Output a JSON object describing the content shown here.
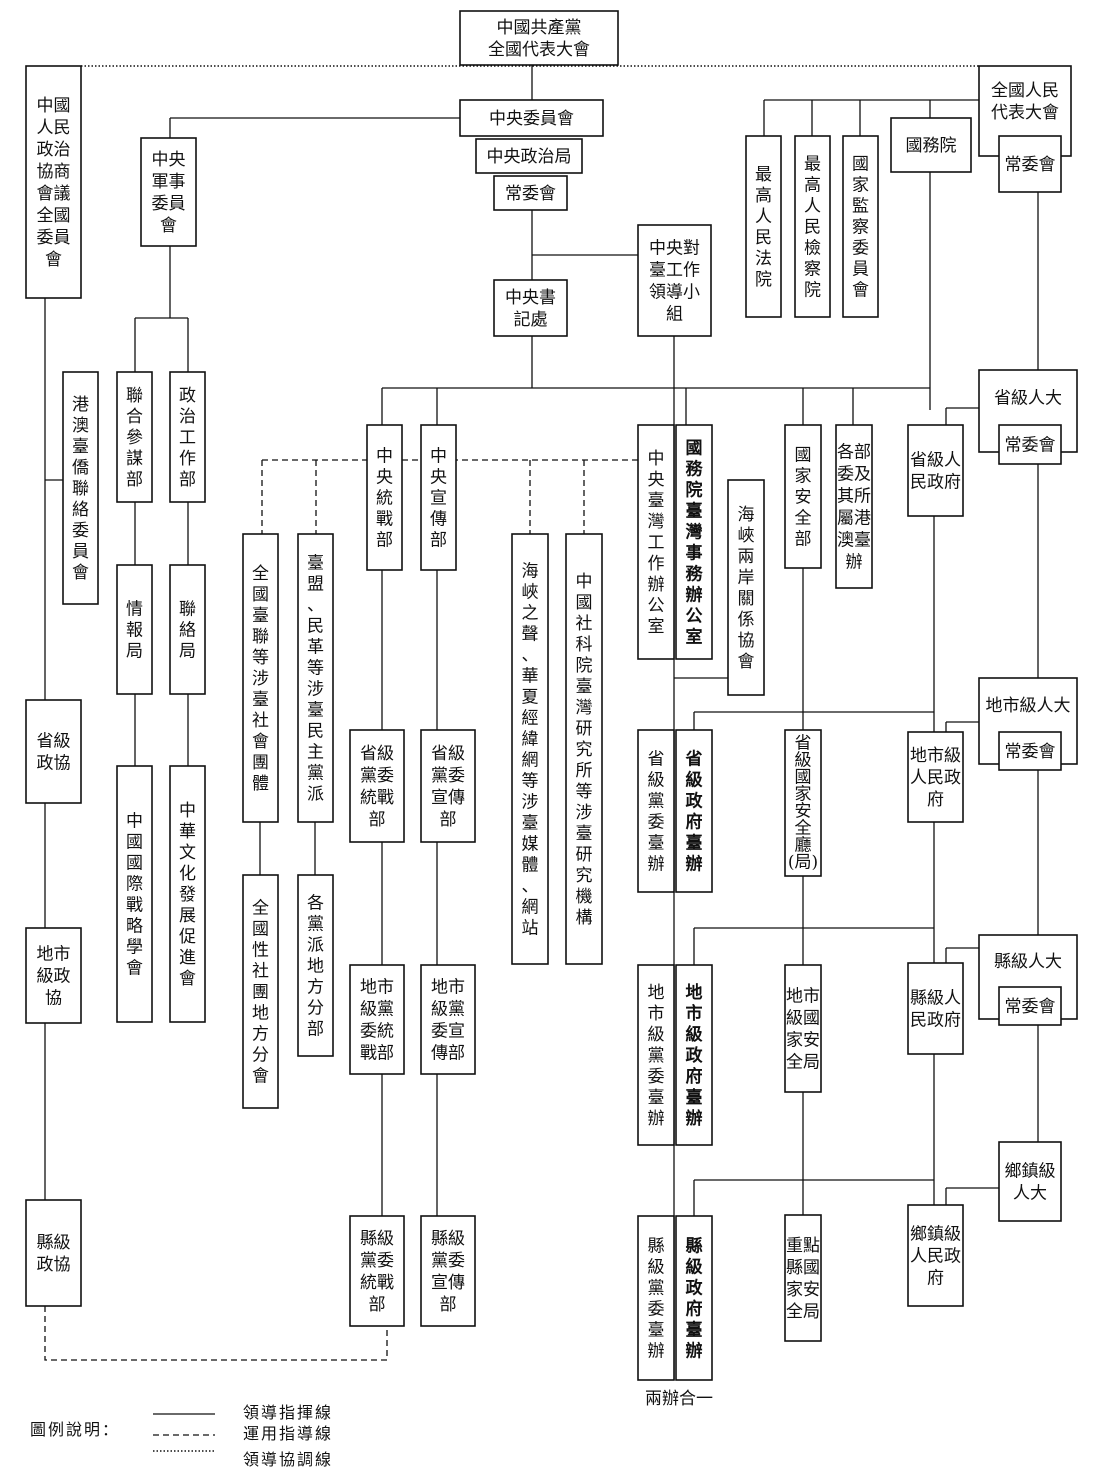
{
  "nodes": {
    "ccp_congress": {
      "label": "中國共產黨全國代表大會",
      "lines": [
        "中國共產黨",
        "全國代表大會"
      ]
    },
    "central_committee": {
      "label": "中央委員會",
      "lines": [
        "中央委員會"
      ]
    },
    "politburo": {
      "label": "中央政治局",
      "lines": [
        "中央政治局"
      ]
    },
    "standing_committee": {
      "label": "常委會",
      "lines": [
        "常委會"
      ]
    },
    "secretariat": {
      "label": "中央書記處",
      "lines": [
        "中央書",
        "記處"
      ]
    },
    "cmc": {
      "label": "中央軍事委員會",
      "lines": [
        "中央",
        "軍事",
        "委員",
        "會"
      ]
    },
    "cppcc": {
      "label": "中國人民政治協商會議全國委員會",
      "lines": [
        "中國",
        "人民",
        "政治",
        "協商",
        "會議",
        "全國",
        "委員",
        "會"
      ]
    },
    "taiwan_leading_group": {
      "label": "中央對臺工作領導小組",
      "lines": [
        "中央對",
        "臺工作",
        "領導小",
        "組"
      ]
    },
    "npc": {
      "label": "全國人民代表大會",
      "lines": [
        "全國人民",
        "代表大會"
      ]
    },
    "npc_standing": {
      "label": "常委會",
      "lines": [
        "常委會"
      ]
    },
    "state_council": {
      "label": "國務院",
      "lines": [
        "國務院"
      ]
    },
    "supreme_court": {
      "label": "最高人民法院",
      "lines": [
        "最高人民法院"
      ]
    },
    "procuratorate": {
      "label": "最高人民檢察院",
      "lines": [
        "最高人民檢察院"
      ]
    },
    "supervision": {
      "label": "國家監察委員會",
      "lines": [
        "國家監察委員會"
      ]
    },
    "hk_macau_tw_committee": {
      "label": "港澳臺僑聯絡委員會",
      "lines": [
        "港澳臺僑聯絡委員會"
      ]
    },
    "joint_staff": {
      "label": "聯合參謀部",
      "lines": [
        "聯合參謀部"
      ]
    },
    "political_work": {
      "label": "政治工作部",
      "lines": [
        "政治工作部"
      ]
    },
    "intelligence": {
      "label": "情報局",
      "lines": [
        "情報局"
      ]
    },
    "liaison": {
      "label": "聯絡局",
      "lines": [
        "聯絡局"
      ]
    },
    "ciiss": {
      "label": "中國國際戰略學會",
      "lines": [
        "中國國際戰略學會"
      ]
    },
    "cultural_dev": {
      "label": "中華文化發展促進會",
      "lines": [
        "中華文化發展促進會"
      ]
    },
    "united_front": {
      "label": "中央統戰部",
      "lines": [
        "中央統戰部"
      ]
    },
    "propaganda": {
      "label": "中央宣傳部",
      "lines": [
        "中央宣傳部"
      ]
    },
    "taiwan_federation": {
      "label": "全國臺聯等涉臺社會團體",
      "lines": [
        "全國臺聯等涉臺社會團體"
      ]
    },
    "taimeng": {
      "label": "臺盟、民革等涉臺民主黨派",
      "lines": [
        "臺盟、民革等涉臺民主黨派"
      ]
    },
    "media": {
      "label": "海峽之聲、華夏經緯網等涉臺媒體、網站",
      "lines": [
        "海峽之聲、華夏經緯網等涉臺媒體、網站"
      ]
    },
    "cass_taiwan": {
      "label": "中國社科院臺灣研究所等涉臺研究機構",
      "lines": [
        "中國社科院臺灣研究所等涉臺研究機構"
      ]
    },
    "central_tao": {
      "label": "中央臺灣工作辦公室",
      "lines": [
        "中央臺灣工作辦公室"
      ]
    },
    "state_tao": {
      "label": "國務院臺灣事務辦公室",
      "lines": [
        "國務院臺灣事務辦公室"
      ]
    },
    "arats": {
      "label": "海峽兩岸關係協會",
      "lines": [
        "海峽兩岸關係協會"
      ]
    },
    "state_security": {
      "label": "國家安全部",
      "lines": [
        "國家安全部"
      ]
    },
    "ministries_hk_mac_tw": {
      "label": "各部委及其所屬港澳臺辦",
      "lines": [
        "各部",
        "委及",
        "其所",
        "屬港",
        "澳臺",
        "辦"
      ]
    },
    "prov_npc": {
      "label": "省級人大",
      "lines": [
        "省級人大"
      ]
    },
    "prov_npc_standing": {
      "label": "常委會",
      "lines": [
        "常委會"
      ]
    },
    "prov_gov": {
      "label": "省級人民政府",
      "lines": [
        "省級人",
        "民政府"
      ]
    },
    "prov_cppcc": {
      "label": "省級政協",
      "lines": [
        "省級",
        "政協"
      ]
    },
    "pref_cppcc": {
      "label": "地市級政協",
      "lines": [
        "地市",
        "級政",
        "協"
      ]
    },
    "county_cppcc": {
      "label": "縣級政協",
      "lines": [
        "縣級",
        "政協"
      ]
    },
    "taiwan_federation_local": {
      "label": "全國性社團地方分會",
      "lines": [
        "全國性社團地方分會"
      ]
    },
    "parties_local": {
      "label": "各黨派地方分部",
      "lines": [
        "各黨派地方分部"
      ]
    },
    "prov_uf": {
      "label": "省級黨委統戰部",
      "lines": [
        "省級",
        "黨委",
        "統戰",
        "部"
      ]
    },
    "prov_prop": {
      "label": "省級黨委宣傳部",
      "lines": [
        "省級",
        "黨委",
        "宣傳",
        "部"
      ]
    },
    "prov_party_tao": {
      "label": "省級黨委臺辦",
      "lines": [
        "省級黨委臺辦"
      ]
    },
    "prov_gov_tao": {
      "label": "省級政府臺辦",
      "lines": [
        "省級政府臺辦"
      ]
    },
    "prov_security": {
      "label": "省級國家安全廳(局)",
      "lines": [
        "省",
        "級",
        "國",
        "家",
        "安",
        "全",
        "廳",
        "(局)"
      ]
    },
    "pref_npc": {
      "label": "地市級人大",
      "lines": [
        "地市級人大"
      ]
    },
    "pref_npc_standing": {
      "label": "常委會",
      "lines": [
        "常委會"
      ]
    },
    "pref_gov": {
      "label": "地市級人民政府",
      "lines": [
        "地市級",
        "人民政",
        "府"
      ]
    },
    "pref_uf": {
      "label": "地市級黨委統戰部",
      "lines": [
        "地市",
        "級黨",
        "委統",
        "戰部"
      ]
    },
    "pref_prop": {
      "label": "地市級黨委宣傳部",
      "lines": [
        "地市",
        "級黨",
        "委宣",
        "傳部"
      ]
    },
    "pref_party_tao": {
      "label": "地市級黨委臺辦",
      "lines": [
        "地市級黨委臺辦"
      ]
    },
    "pref_gov_tao": {
      "label": "地市級政府臺辦",
      "lines": [
        "地市級政府臺辦"
      ]
    },
    "pref_security": {
      "label": "地市級國家安全局",
      "lines": [
        "地市",
        "級國",
        "家安",
        "全局"
      ]
    },
    "county_npc": {
      "label": "縣級人大",
      "lines": [
        "縣級人大"
      ]
    },
    "county_npc_standing": {
      "label": "常委會",
      "lines": [
        "常委會"
      ]
    },
    "county_gov": {
      "label": "縣級人民政府",
      "lines": [
        "縣級人",
        "民政府"
      ]
    },
    "county_uf": {
      "label": "縣級黨委統戰部",
      "lines": [
        "縣級",
        "黨委",
        "統戰",
        "部"
      ]
    },
    "county_prop": {
      "label": "縣級黨委宣傳部",
      "lines": [
        "縣級",
        "黨委",
        "宣傳",
        "部"
      ]
    },
    "county_party_tao": {
      "label": "縣級黨委臺辦",
      "lines": [
        "縣級黨委臺辦"
      ]
    },
    "county_gov_tao": {
      "label": "縣級政府臺辦",
      "lines": [
        "縣級政府臺辦"
      ]
    },
    "county_security": {
      "label": "重點縣國家安全局",
      "lines": [
        "重點",
        "縣國",
        "家安",
        "全局"
      ]
    },
    "town_npc": {
      "label": "鄉鎮級人大",
      "lines": [
        "鄉鎮級",
        "人大"
      ]
    },
    "town_gov": {
      "label": "鄉鎮級人民政府",
      "lines": [
        "鄉鎮級",
        "人民政",
        "府"
      ]
    }
  },
  "annotations": {
    "two_offices": "兩辦合一"
  },
  "legend": {
    "title": "圖例說明：",
    "items": [
      {
        "style": "solid",
        "label": "領導指揮線"
      },
      {
        "style": "dashed",
        "label": "運用指導線"
      },
      {
        "style": "dotted",
        "label": "領導協調線"
      }
    ]
  }
}
